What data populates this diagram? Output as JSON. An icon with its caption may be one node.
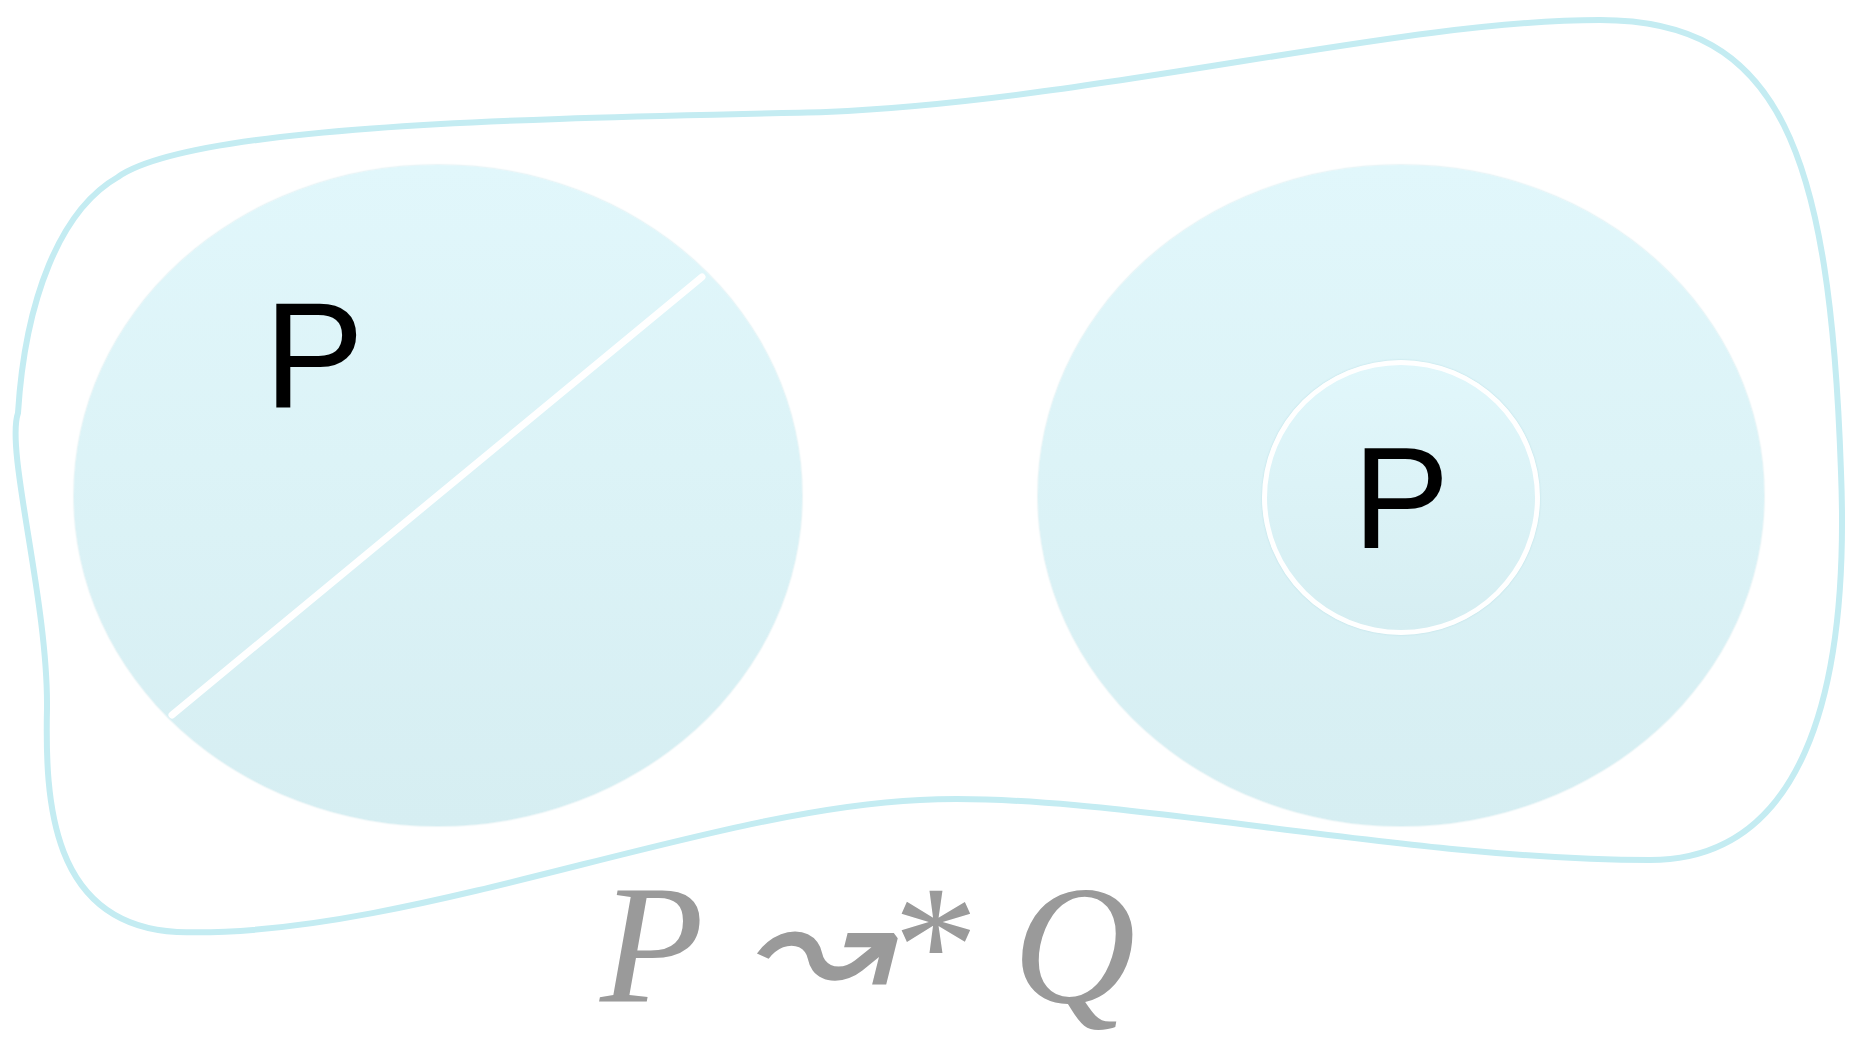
{
  "diagram": {
    "caption": "P ↝* Q",
    "nodes": [
      {
        "text": [],
        "shape": "cloud"
      },
      {
        "text": [
          "P"
        ],
        "in": 0
      },
      {
        "text": [],
        "shape": "circle",
        "in": 0
      },
      {
        "text": [
          "P"
        ],
        "in": 2
      }
    ]
  }
}
